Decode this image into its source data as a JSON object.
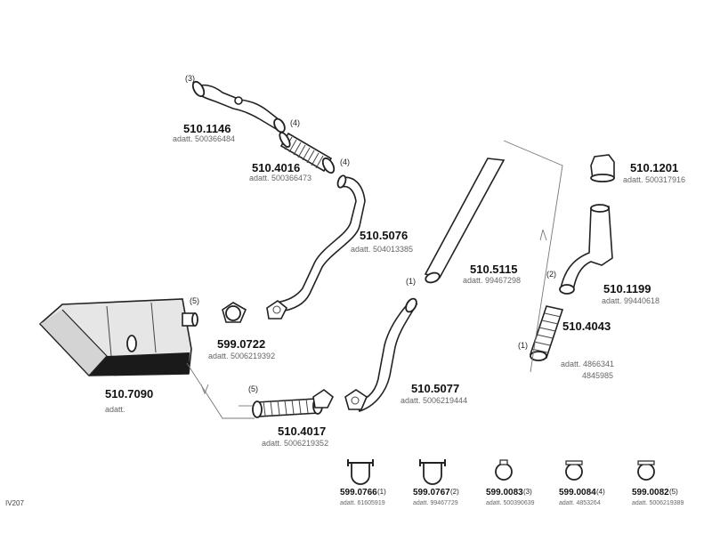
{
  "parts": [
    {
      "code": "510.1146",
      "ref": "adatt. 500366484",
      "pos": "(3)"
    },
    {
      "code": "510.4016",
      "ref": "adatt. 500366473",
      "pos": "(4)"
    },
    {
      "code": "510.5076",
      "ref": "adatt. 504013385",
      "pos": "(4)"
    },
    {
      "code": "510.1201",
      "ref": "adatt. 500317916"
    },
    {
      "code": "510.5115",
      "ref": "adatt. 99467298",
      "pos": "(1)"
    },
    {
      "code": "510.1199",
      "ref": "adatt. 99440618",
      "pos": "(2)"
    },
    {
      "code": "510.4043",
      "ref": "adatt. 4866341",
      "ref2": "4845985",
      "pos": "(1)"
    },
    {
      "code": "599.0722",
      "ref": "adatt. 5006219392",
      "pos": "(5)"
    },
    {
      "code": "510.7090",
      "ref": "adatt."
    },
    {
      "code": "510.5077",
      "ref": "adatt. 5006219444"
    },
    {
      "code": "510.4017",
      "ref": "adatt. 5006219352",
      "pos": "(5)"
    }
  ],
  "clamps": [
    {
      "code": "599.0766",
      "pos": "(1)",
      "ref": "adatt. 61605919",
      "icon": "u-bolt-clamp-icon"
    },
    {
      "code": "599.0767",
      "pos": "(2)",
      "ref": "adatt. 99467729",
      "icon": "u-bolt-clamp-icon"
    },
    {
      "code": "599.0083",
      "pos": "(3)",
      "ref": "adatt. 500390639",
      "icon": "band-clamp-icon"
    },
    {
      "code": "599.0084",
      "pos": "(4)",
      "ref": "adatt. 4853264",
      "icon": "band-clamp-icon"
    },
    {
      "code": "599.0082",
      "pos": "(5)",
      "ref": "adatt. 5006219389",
      "icon": "band-clamp-icon"
    }
  ],
  "footer": {
    "id": "IV207"
  },
  "colors": {
    "line": "#222222",
    "label": "#111111",
    "ref": "#666666",
    "muffler_dark": "#1a1a1a",
    "muffler_fill": "#e6e6e6"
  }
}
